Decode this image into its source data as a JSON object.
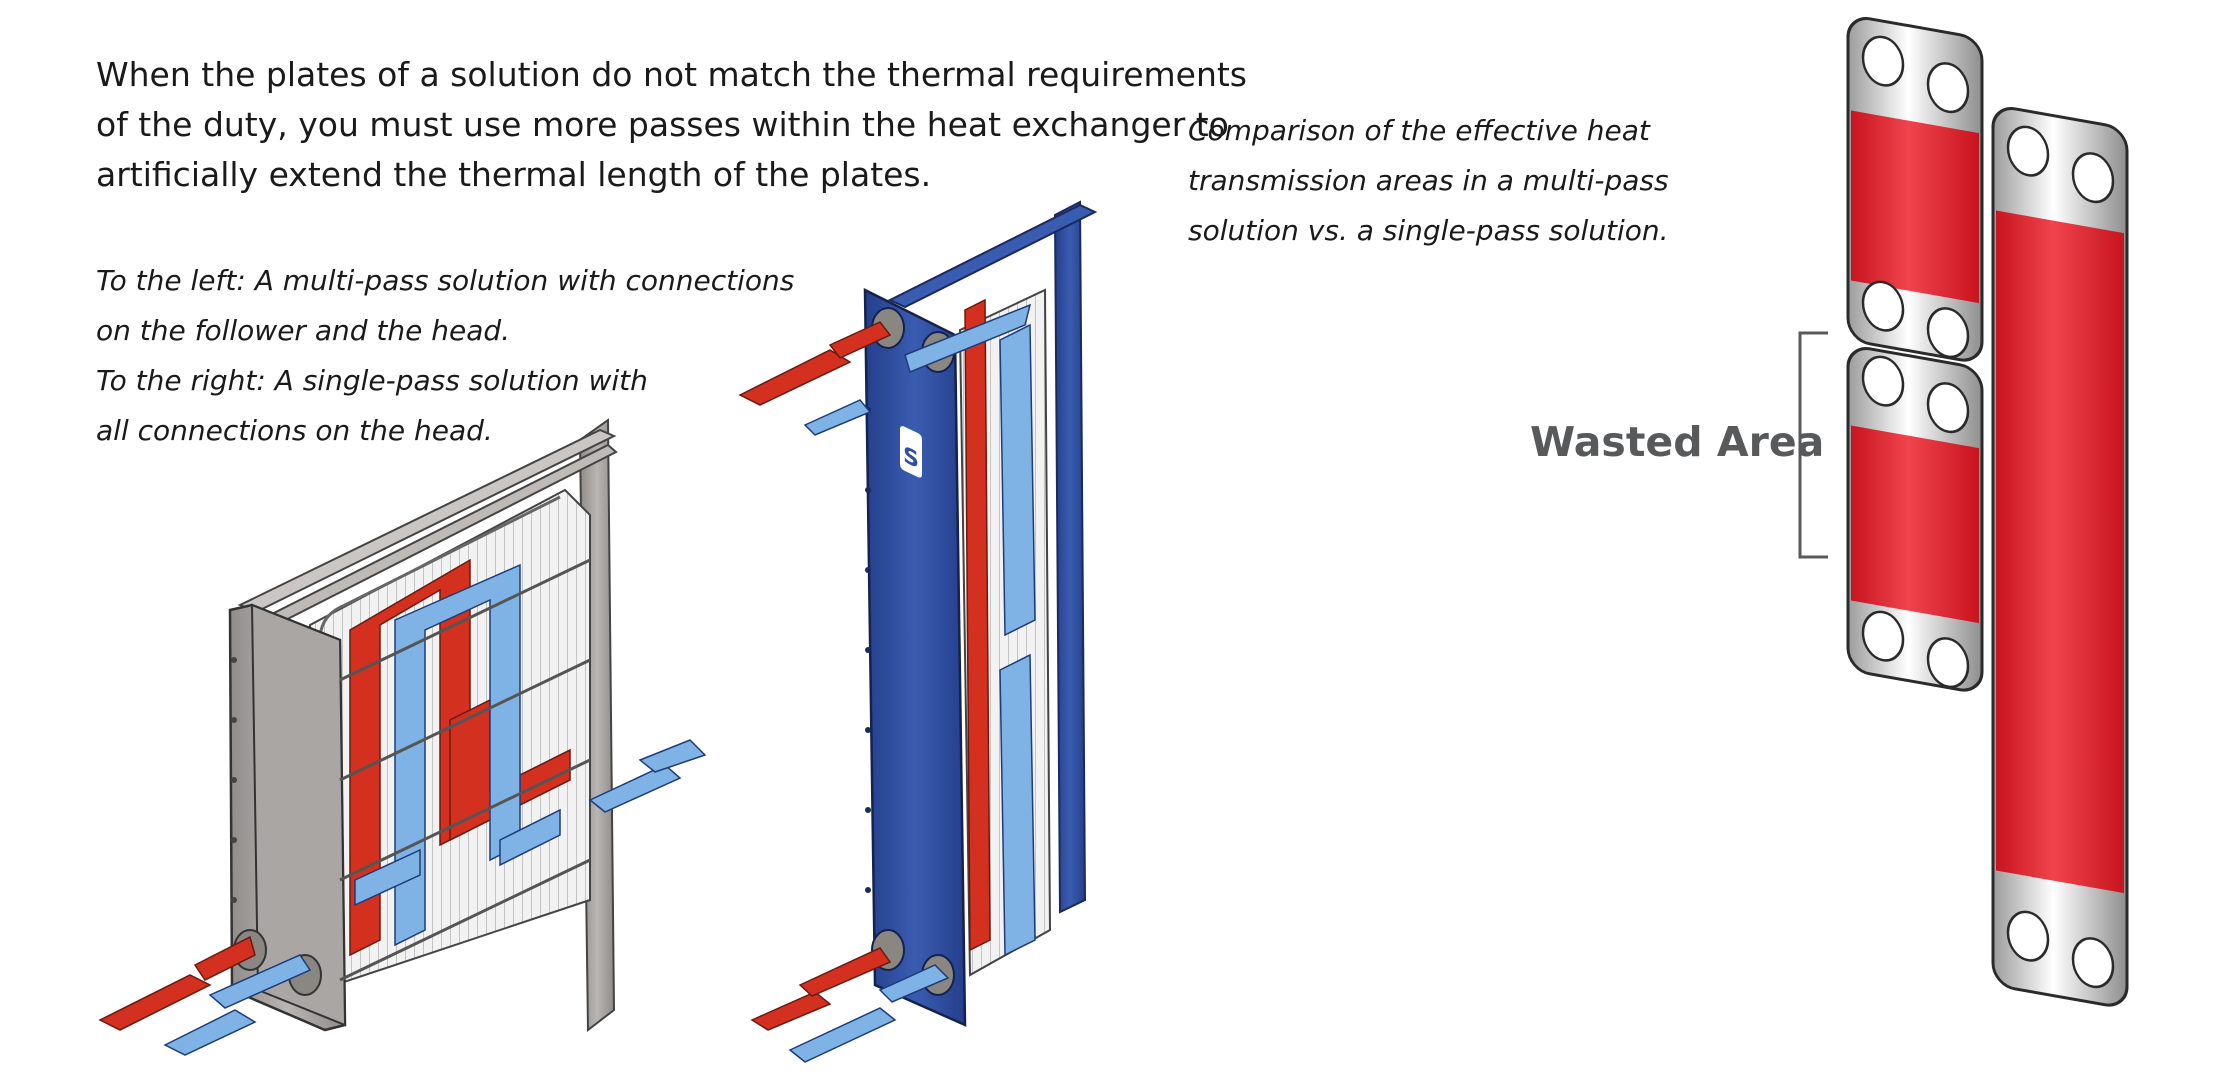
{
  "intro": {
    "line1": "When the plates of a solution do not match the thermal requirements",
    "line2": "of the duty, you must use more passes within the heat exchanger to",
    "line3": "artificially extend the thermal length of the plates."
  },
  "caption_left": {
    "line1": "To the left: A multi-pass solution with connections",
    "line2": "on the follower and the head.",
    "line3": "To the right: A single-pass solution with",
    "line4": "all connections on the head."
  },
  "caption_right": {
    "line1": "Comparison of the effective heat",
    "line2": "transmission areas in a multi-pass",
    "line3": "solution vs. a single-pass solution."
  },
  "wasted_label": "Wasted Area",
  "colors": {
    "hot": "#d3301f",
    "cold": "#7fb2e5",
    "frame_grey": "#a9a6a3",
    "frame_blue": "#2f4fa0",
    "plate_red": "#e01f2a",
    "label_grey": "#58595b"
  },
  "icons": [
    "logo-icon"
  ]
}
